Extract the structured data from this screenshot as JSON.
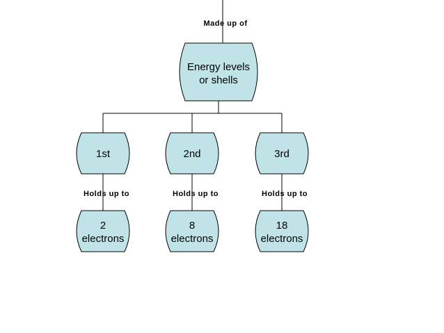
{
  "root": {
    "top_label": "Made up of",
    "lines": [
      "Energy levels",
      "or shells"
    ]
  },
  "levels": [
    {
      "label": "1st",
      "edge_label": "Holds up to",
      "capacity": [
        "2",
        "electrons"
      ]
    },
    {
      "label": "2nd",
      "edge_label": "Holds up to",
      "capacity": [
        "8",
        "electrons"
      ]
    },
    {
      "label": "3rd",
      "edge_label": "Holds up to",
      "capacity": [
        "18",
        "electrons"
      ]
    }
  ],
  "colors": {
    "node_fill": "#bfe3e6",
    "stroke": "#000000"
  }
}
